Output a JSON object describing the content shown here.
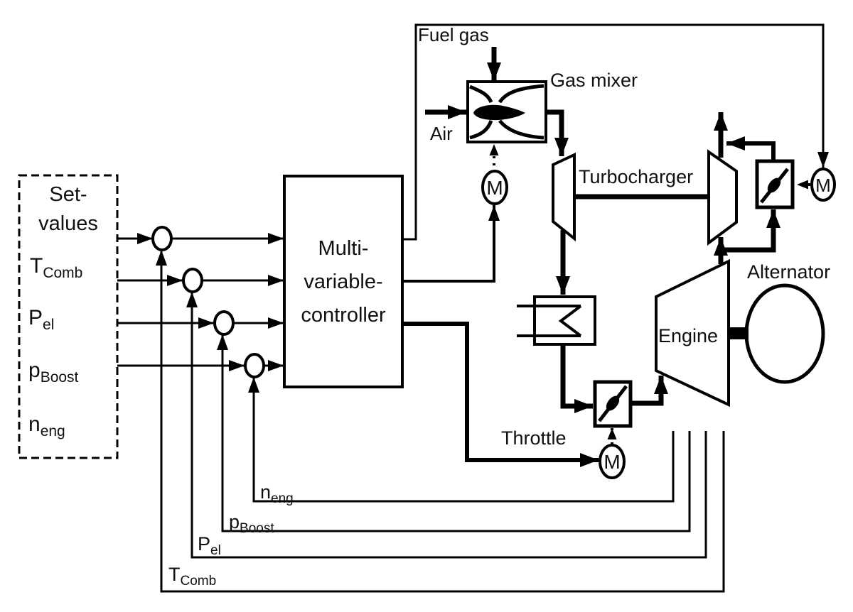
{
  "figure": {
    "background": "#ffffff",
    "line_color": "#000000",
    "text_color": "#101010"
  },
  "set_values_box": {
    "title": [
      "Set-",
      "values"
    ],
    "signals": [
      {
        "main": "T",
        "sub": "Comb"
      },
      {
        "main": "P",
        "sub": "el"
      },
      {
        "main": "p",
        "sub": "Boost"
      },
      {
        "main": "n",
        "sub": "eng"
      }
    ]
  },
  "controller": {
    "lines": [
      "Multi-",
      "variable-",
      "controller"
    ]
  },
  "plant_labels": {
    "fuel_gas": "Fuel gas",
    "air": "Air",
    "gas_mixer": "Gas mixer",
    "turbocharger": "Turbocharger",
    "throttle": "Throttle",
    "engine": "Engine",
    "alternator": "Alternator"
  },
  "motor": {
    "label": "M"
  },
  "feedback_labels": [
    {
      "main": "n",
      "sub": "eng"
    },
    {
      "main": "p",
      "sub": "Boost"
    },
    {
      "main": "P",
      "sub": "el"
    },
    {
      "main": "T",
      "sub": "Comb"
    }
  ]
}
